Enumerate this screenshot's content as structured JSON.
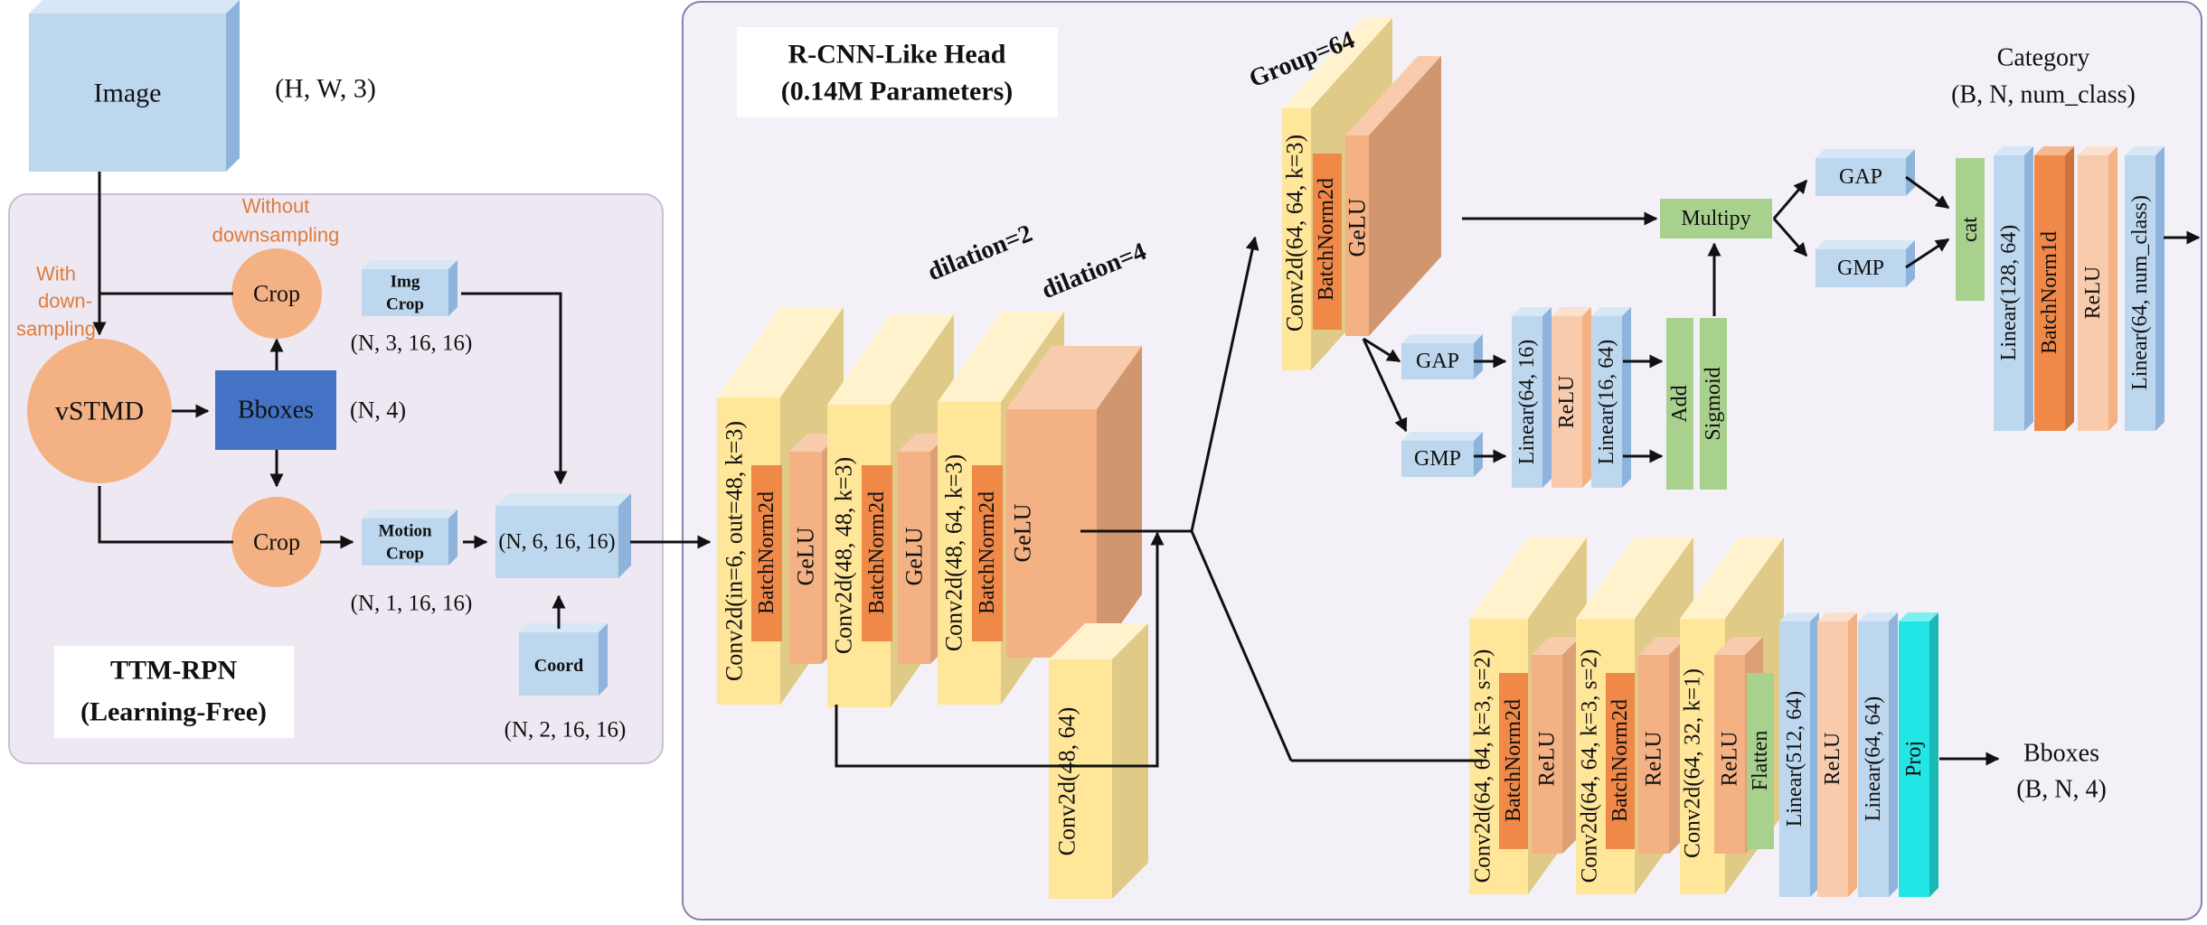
{
  "colors": {
    "light_blue": "#bdd7ee",
    "light_blue_side": "#8fb4dc",
    "dark_blue": "#4472c4",
    "orange_circle": "#f4b183",
    "panel_left": "#ede8f2",
    "panel_right": "#f3f1f7",
    "yellow": "#ffe699",
    "yellow_side": "#fff2cc",
    "salmon": "#f4b183",
    "salmon_side": "#f8cbad",
    "dark_orange": "#f08848",
    "green": "#a9d18e",
    "cyan": "#22e6e6"
  },
  "input": {
    "image_label": "Image",
    "image_shape": "(H, W, 3)"
  },
  "rpn": {
    "title_line1": "TTM-RPN",
    "title_line2": "(Learning-Free)",
    "without_line1": "Without",
    "without_line2": "downsampling",
    "with_line1": "With",
    "with_line2": "down-",
    "with_line3": "sampling",
    "vstmd": "vSTMD",
    "bboxes": "Bboxes",
    "bboxes_shape": "(N, 4)",
    "crop_top": "Crop",
    "crop_bottom": "Crop",
    "img_crop_line1": "Img",
    "img_crop_line2": "Crop",
    "img_crop_shape": "(N, 3, 16, 16)",
    "motion_crop_line1": "Motion",
    "motion_crop_line2": "Crop",
    "motion_crop_shape": "(N, 1, 16, 16)",
    "concat_shape": "(N, 6, 16, 16)",
    "coord": "Coord",
    "coord_shape": "(N, 2, 16, 16)"
  },
  "head": {
    "title_line1": "R-CNN-Like Head",
    "title_line2": "(0.14M Parameters)",
    "dilation2": "dilation=2",
    "dilation4": "dilation=4",
    "group64": "Group=64",
    "conv1": "Conv2d(in=6, out=48, k=3)",
    "bn1": "BatchNorm2d",
    "gelu1": "GeLU",
    "conv2": "Conv2d(48, 48, k=3)",
    "bn2": "BatchNorm2d",
    "gelu2": "GeLU",
    "conv3": "Conv2d(48, 64, k=3)",
    "bn3": "BatchNorm2d",
    "gelu3": "GeLU",
    "skip_conv": "Conv2d(48, 64)",
    "gconv": "Conv2d(64, 64, k=3)",
    "gbn": "BatchNorm2d",
    "ggelu": "GeLU",
    "gap1": "GAP",
    "gmp1": "GMP",
    "lin_64_16": "Linear(64, 16)",
    "relu_se": "ReLU",
    "lin_16_64": "Linear(16, 64)",
    "add": "Add",
    "sigmoid": "Sigmoid",
    "multiply": "Multipy",
    "gap2": "GAP",
    "gmp2": "GMP",
    "cat": "cat",
    "lin_128_64": "Linear(128, 64)",
    "bn1d": "BatchNorm1d",
    "relu_cls": "ReLU",
    "lin_64_cls": "Linear(64, num_class)",
    "category_label": "Category",
    "category_shape": "(B, N, num_class)",
    "b_conv1": "Conv2d(64, 64, k=3, s=2)",
    "b_bn1": "BatchNorm2d",
    "b_relu1": "ReLU",
    "b_conv2": "Conv2d(64, 64, k=3, s=2)",
    "b_bn2": "BatchNorm2d",
    "b_relu2": "ReLU",
    "b_conv3": "Conv2d(64, 32, k=1)",
    "b_relu3": "ReLU",
    "flatten": "Flatten",
    "lin_512_64": "Linear(512, 64)",
    "b_relu4": "ReLU",
    "lin_64_64": "Linear(64, 64)",
    "proj": "Proj",
    "bboxes_label": "Bboxes",
    "bboxes_shape": "(B, N, 4)"
  }
}
